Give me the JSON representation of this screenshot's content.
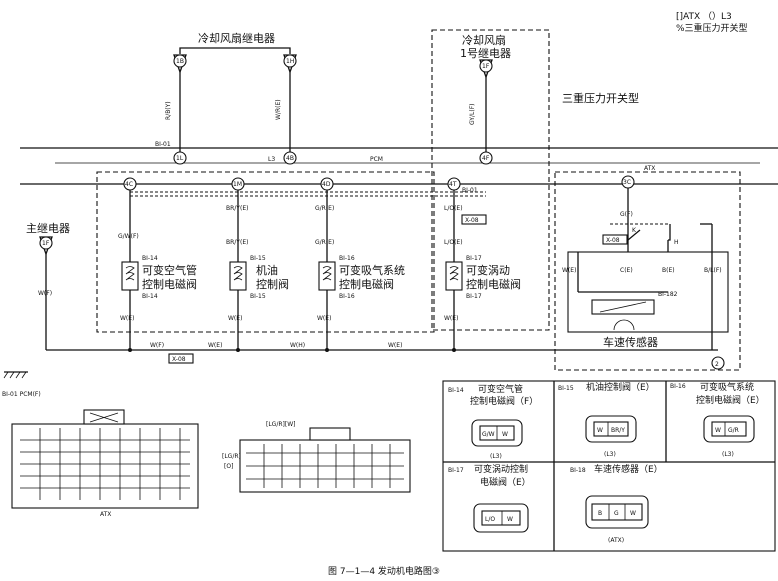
{
  "legend": {
    "line1": "[]ATX （）L3",
    "line2": "%三重压力开关型"
  },
  "components": {
    "fan_relay": "冷却风扇继电器",
    "fan1_relay_a": "冷却风扇",
    "fan1_relay_b": "1号继电器",
    "triple_switch": "三重压力开关型",
    "main_relay": "主继电器",
    "vat_valve_a": "可变空气管",
    "vat_valve_b": "控制电磁阀",
    "oil_valve_a": "机油",
    "oil_valve_b": "控制阀",
    "vis_valve_a": "可变吸气系统",
    "vis_valve_b": "控制电磁阀",
    "swirl_valve_a": "可变涡动",
    "swirl_valve_b": "控制电磁阀",
    "speed_sensor": "车速传感器"
  },
  "bus": {
    "pcm": "PCM",
    "atx": "ATX",
    "l3": "L3"
  },
  "terminals": {
    "t1b": "1B",
    "t1h": "1H",
    "t1f": "1F",
    "t1l": "1L",
    "t4b": "4B",
    "t4f": "4F",
    "t4c": "4C",
    "t1m": "1M",
    "t4d": "4D",
    "t4t": "4T",
    "t3c": "3C",
    "t2": "2"
  },
  "wires": {
    "fan_l": "R/B(Y)",
    "fan_r": "W/R(E)",
    "fan1": "GY/L(F)",
    "bi01_top": "BI-01",
    "vat_top": "G/W(F)",
    "oil_top": "BR/Y(E)",
    "oil_mid": "BR/Y(E)",
    "vis_top": "G/R(E)",
    "vis_mid": "G/R(E)",
    "swirl_top": "L/O(E)",
    "swirl_mid": "L/O(E)",
    "bi01_side": "BI-01",
    "x08_a": "X-08",
    "x08_b": "X-08",
    "x08_c": "X-08",
    "main": "W(F)",
    "vat_bot": "W(E)",
    "oil_bot": "W(E)",
    "vis_bot": "W(E)",
    "swirl_bot": "W(E)",
    "gnd1": "W(F)",
    "gnd2": "W(E)",
    "gnd3": "W(H)",
    "gnd4": "W(E)",
    "ss_top": "G(F)",
    "ss_k": "K",
    "ss_h": "H",
    "ss_w": "W(E)",
    "ss_c": "C(E)",
    "ss_b": "B(E)",
    "ss_bl": "B/L(F)"
  },
  "codes": {
    "bi14a": "BI-14",
    "bi14b": "BI-14",
    "bi15a": "BI-15",
    "bi15b": "BI-15",
    "bi16a": "BI-16",
    "bi16b": "BI-16",
    "bi17a": "BI-17",
    "bi17b": "BI-17",
    "bi182": "BI-182"
  },
  "pcm_connector": {
    "title": "BI-01 PCM(F)",
    "atx": "ATX"
  },
  "mid_connector": {
    "tag": "[LG/R][W]",
    "side1": "[LG/R]",
    "side2": "[O]"
  },
  "panels": {
    "p14": {
      "code": "BI-14",
      "name_a": "可变空气管",
      "name_b": "控制电磁阀（F）",
      "pins": [
        "G/W",
        "W"
      ],
      "note": "(L3)"
    },
    "p15": {
      "code": "BI-15",
      "name": "机油控制阀（E）",
      "pins": [
        "W",
        "BR/Y"
      ],
      "note": "(L3)"
    },
    "p16": {
      "code": "BI-16",
      "name_a": "可变吸气系统",
      "name_b": "控制电磁阀（E）",
      "pins": [
        "W",
        "G/R"
      ],
      "note": "(L3)"
    },
    "p17": {
      "code": "BI-17",
      "name_a": "可变涡动控制",
      "name_b": "电磁阀（E）",
      "pins": [
        "L/O",
        "W"
      ]
    },
    "p18": {
      "code": "BI-18",
      "name": "车速传感器（E）",
      "pins": [
        "B",
        "G",
        "W"
      ],
      "note": "(ATX)"
    }
  },
  "caption": "图 7—1—4   发动机电路图③"
}
